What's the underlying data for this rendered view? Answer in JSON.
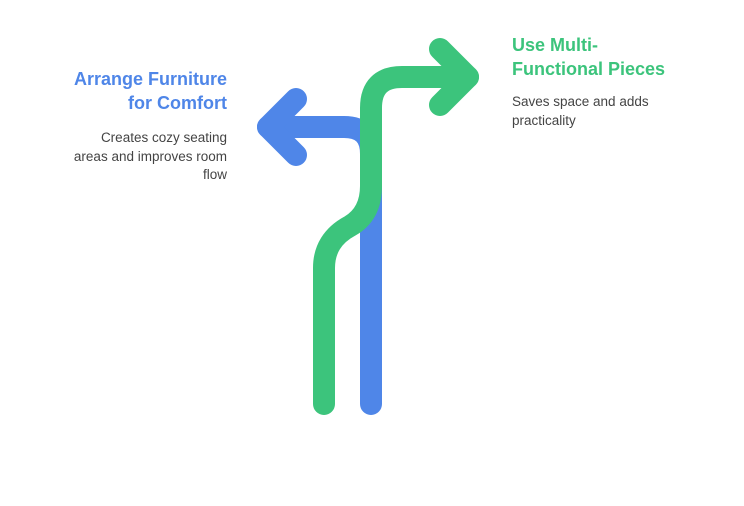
{
  "colors": {
    "left_accent": "#4F86E8",
    "right_accent": "#3CC47C",
    "text_muted": "#444444"
  },
  "left_option": {
    "title": "Arrange Furniture\nfor Comfort",
    "description": "Creates cozy seating\nareas and improves room\nflow",
    "icon": "arrow-left-icon"
  },
  "right_option": {
    "title": "Use Multi-\nFunctional Pieces",
    "description": "Saves space and adds\npracticality",
    "icon": "arrow-right-icon"
  }
}
